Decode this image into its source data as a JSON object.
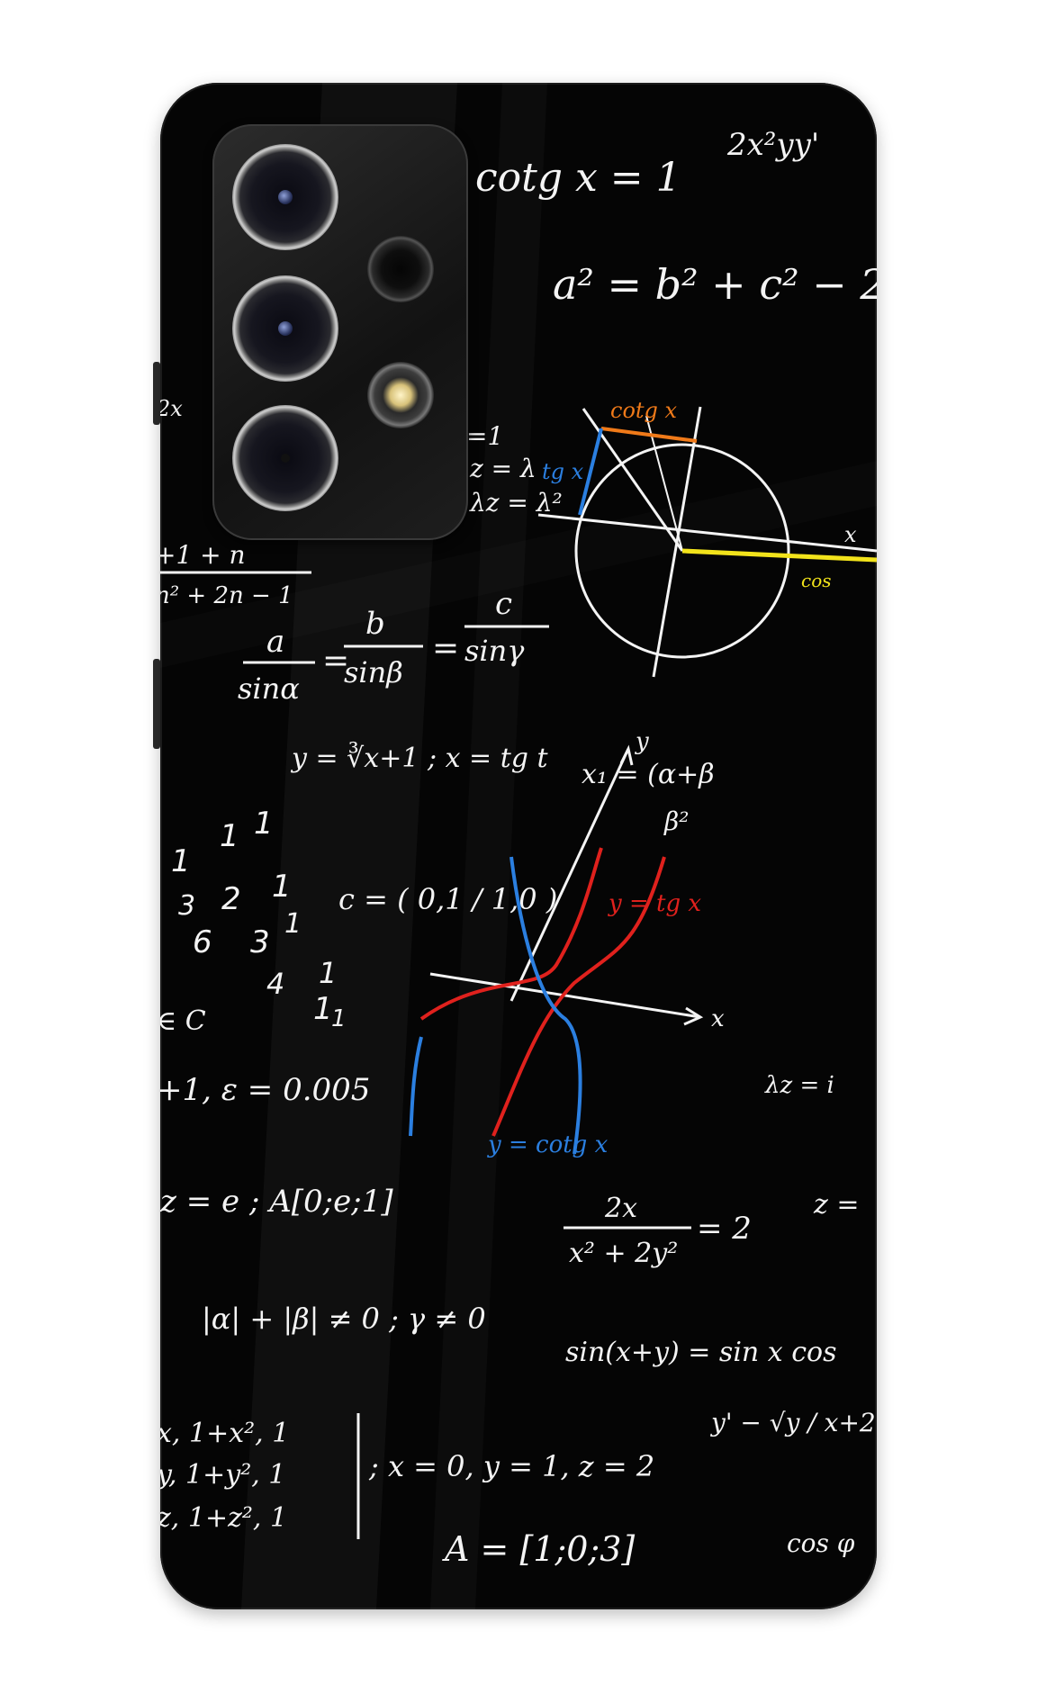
{
  "formulas": {
    "top_right": "2x²yy'",
    "cotg": "cotg x = 1",
    "pyth": "a² = b² + c² − 2",
    "sine_rule_a": "a",
    "sine_rule_sina": "sinα",
    "sine_rule_b": "b",
    "sine_rule_sinb": "sinβ",
    "sine_rule_c": "c",
    "sine_rule_sing": "sinγ",
    "lambda1": "=1",
    "lambda2": "z = λ",
    "lambda3": "λz = λ²",
    "left_frac_top": "+1 + n",
    "left_frac_bot": "n² + 2n − 1",
    "left_frac_x": "2x",
    "cube_root": "y = ∛x+1 ; x = tg t",
    "x1": "x₁ = (α+β",
    "beta": "β²",
    "matrix_c": "c = ( 0,1 / 1,0 )",
    "tgx_label": "y = tg x",
    "cotgx_label": "y = cotg x",
    "axis_x": "x",
    "axis_y": "y",
    "circle_cotg": "cotg x",
    "circle_tg": "tg x",
    "circle_cos": "cos",
    "circle_x": "x",
    "set_c": "∈ C",
    "epsilon": "+1, ε = 0.005",
    "lambda_z": "λz = i",
    "z_eq_e": "z = e ; A[0;e;1]",
    "frac_num": "2x",
    "frac_den": "x² + 2y²",
    "frac_eq": "= 2",
    "z_eq_right": "z =",
    "alpha_beta": "|α| + |β| ≠ 0 ; γ ≠ 0",
    "sin_sum": "sin(x+y) = sin x cos",
    "y_prime": "y' − √y / x+2 =",
    "system_1": "x, 1+x², 1",
    "system_2": "y, 1+y², 1",
    "system_3": "z, 1+z², 1",
    "system_values": "; x = 0, y = 1, z = 2",
    "a_vector": "A = [1;0;3]",
    "cosphi": "cos φ",
    "numbers": [
      "1",
      "1",
      "1",
      "1",
      "3",
      "2",
      "1",
      "6",
      "3",
      "1",
      "4",
      "1",
      "1"
    ]
  },
  "colors": {
    "case": "#050505",
    "chalk": "#f4f4f4",
    "red": "#e0211d",
    "blue": "#2b7fe0",
    "orange": "#f07a19",
    "yellow": "#f2e31b"
  },
  "icons": [
    "camera-lens-icon",
    "camera-lens-icon",
    "camera-lens-icon",
    "depth-sensor-icon",
    "flash-icon"
  ]
}
